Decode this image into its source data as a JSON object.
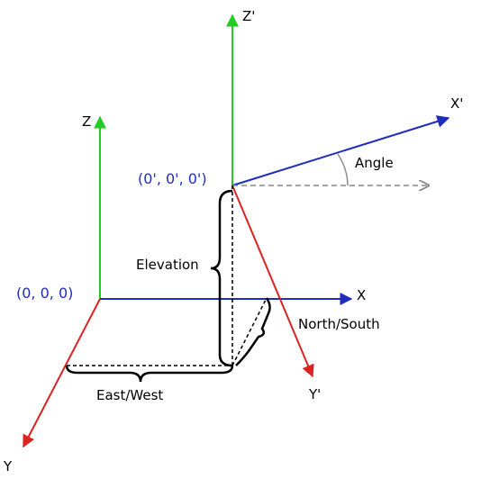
{
  "colors": {
    "z_axis": "#22cc22",
    "x_axis": "#1f2dbf",
    "y_axis": "#dd2222",
    "guide": "#888888",
    "dimension": "#000000",
    "origin_text": "#1f2dbf"
  },
  "labels": {
    "origin": "(0, 0, 0)",
    "origin_prime": "(0', 0', 0')",
    "x": "X",
    "y": "Y",
    "z": "Z",
    "x_prime": "X'",
    "y_prime": "Y'",
    "z_prime": "Z'",
    "angle": "Angle",
    "elevation": "Elevation",
    "north_south": "North/South",
    "east_west": "East/West"
  }
}
